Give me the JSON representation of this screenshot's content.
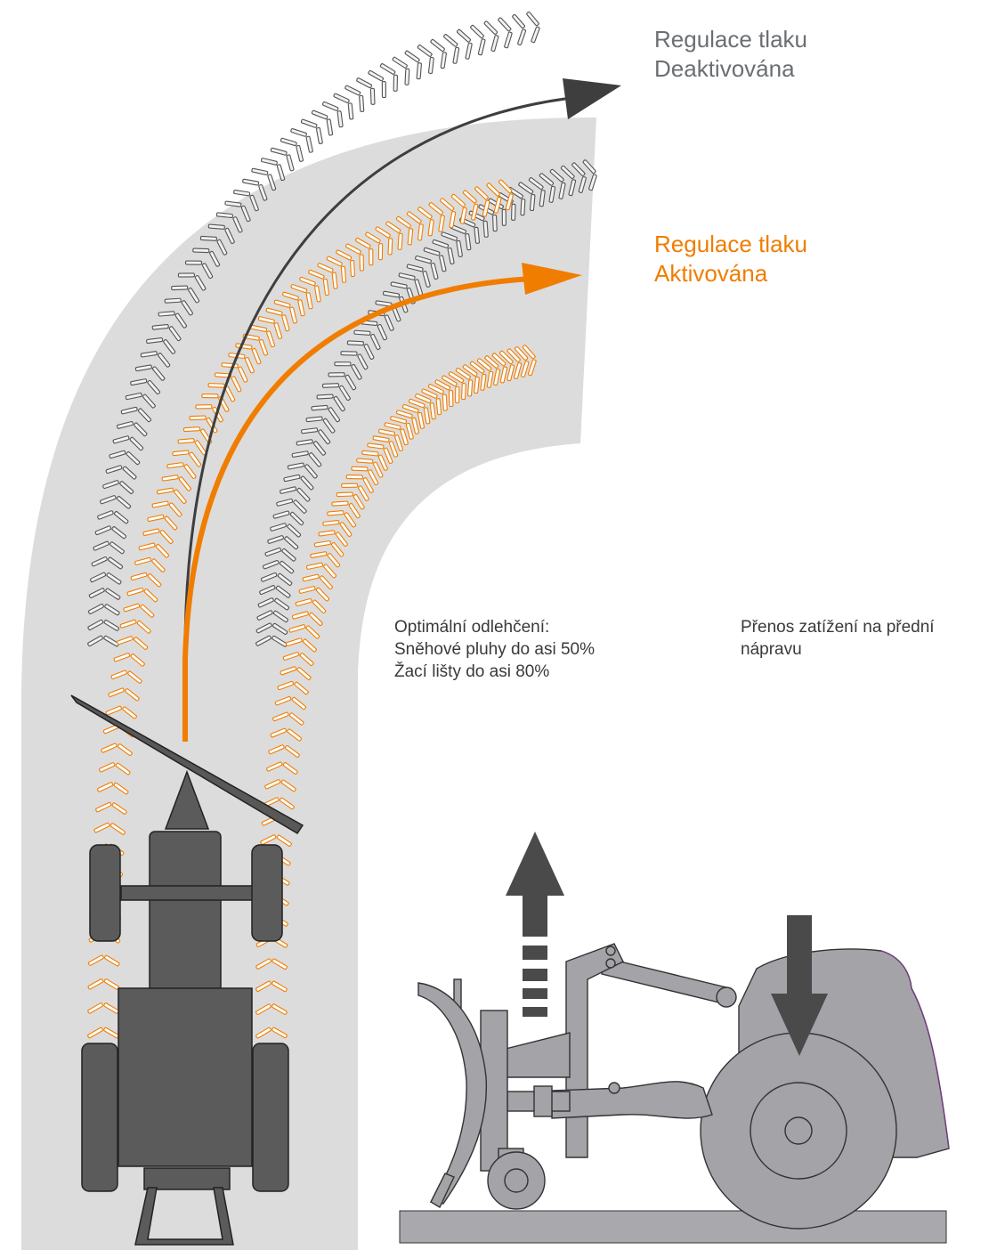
{
  "labels": {
    "pressure_off": {
      "line1": "Regulace tlaku",
      "line2": "Deaktivována"
    },
    "pressure_on": {
      "line1": "Regulace tlaku",
      "line2": "Aktivována"
    },
    "relief": {
      "line1": "Optimální odlehčení:",
      "line2": "Sněhové pluhy do asi 50%",
      "line3": "Žací lišty do asi 80%"
    },
    "transfer": {
      "line1": "Přenos zatížení na přední",
      "line2": "nápravu"
    }
  },
  "colors": {
    "road": "#dcdcdc",
    "orange": "#f07d00",
    "dark": "#3e3e3e",
    "tractor": "#5b5b5b",
    "machine": "#a3a3a8",
    "ground": "#a8a8ad",
    "text_grey": "#6b6f73",
    "text_dark": "#3a3a3a"
  }
}
